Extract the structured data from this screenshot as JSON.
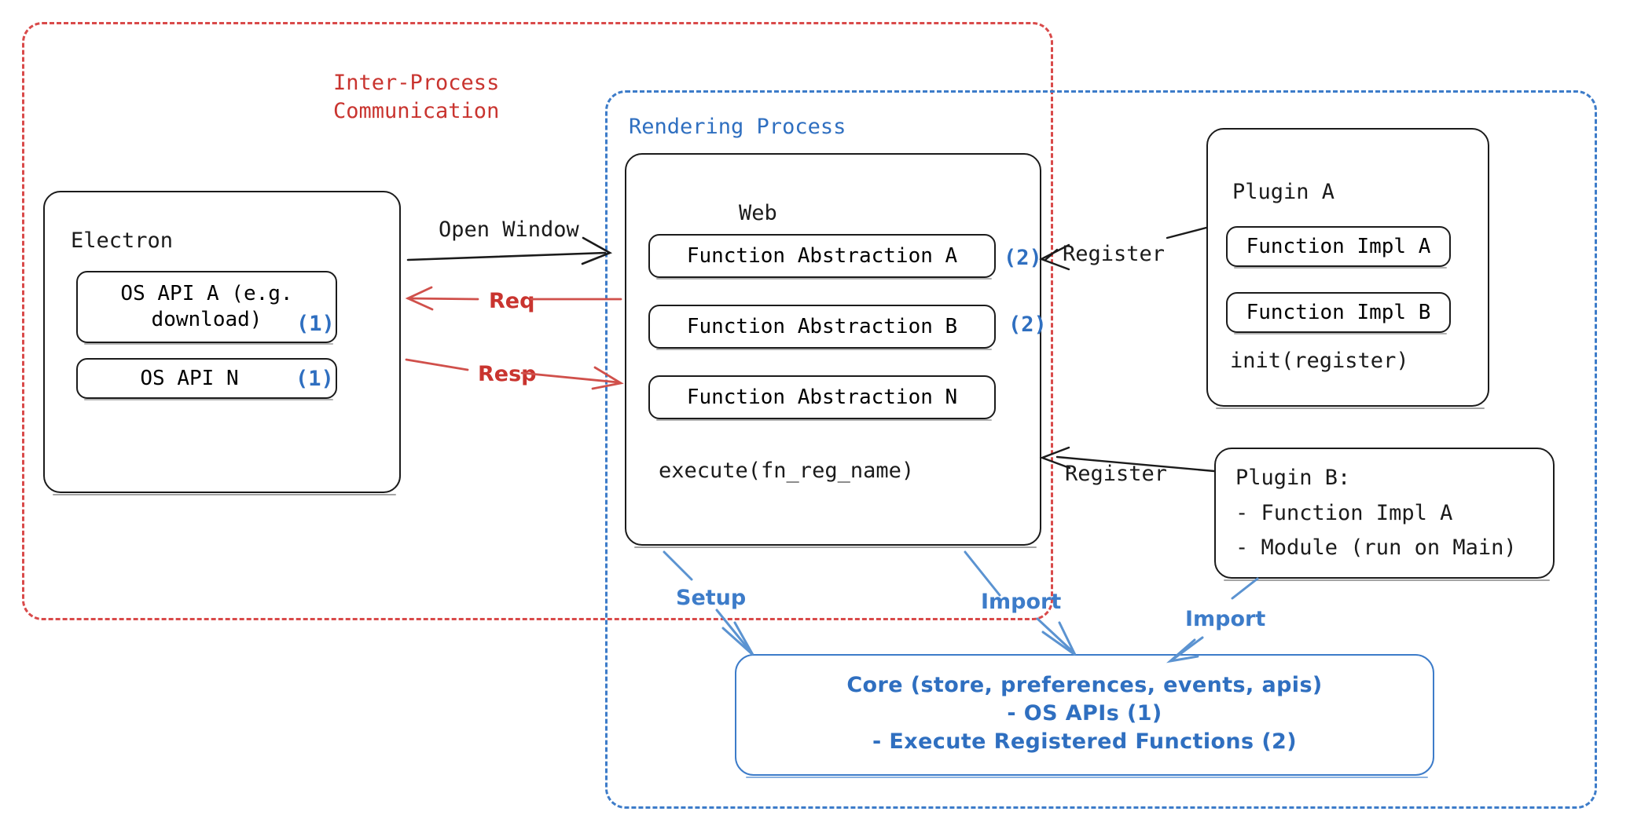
{
  "diagram": {
    "containers": {
      "ipc": {
        "label": "Inter-Process\nCommunication",
        "color": "#c9342f",
        "style": "dashed"
      },
      "rendering": {
        "label": "Rendering Process",
        "color": "#2f6fc0",
        "style": "dashed"
      }
    },
    "electron": {
      "title": "Electron",
      "items": [
        {
          "label": "OS API A (e.g.\ndownload)",
          "marker": "(1)"
        },
        {
          "label": "OS API N",
          "marker": "(1)"
        }
      ]
    },
    "web": {
      "title": "Web",
      "items": [
        {
          "label": "Function Abstraction A",
          "marker": "(2)"
        },
        {
          "label": "Function Abstraction B",
          "marker": "(2)"
        },
        {
          "label": "Function Abstraction N",
          "marker": ""
        }
      ],
      "footer": "execute(fn_reg_name)"
    },
    "plugin_a": {
      "title": "Plugin A",
      "items": [
        {
          "label": "Function Impl A"
        },
        {
          "label": "Function Impl B"
        }
      ],
      "footer": "init(register)"
    },
    "plugin_b": {
      "lines": [
        "Plugin B:",
        "- Function Impl A",
        "- Module (run on Main)"
      ]
    },
    "core": {
      "lines": [
        "Core (store, preferences, events, apis)",
        "- OS APIs (1)",
        "- Execute Registered Functions (2)"
      ],
      "color": "#2f6fc0"
    },
    "arrows": [
      {
        "label": "Open Window",
        "color": "#1b1b1b",
        "direction": "right"
      },
      {
        "label": "Req",
        "color": "#d0504b",
        "direction": "left"
      },
      {
        "label": "Resp",
        "color": "#d0504b",
        "direction": "right"
      },
      {
        "label": "Register",
        "color": "#1b1b1b",
        "direction": "left"
      },
      {
        "label": "Register",
        "color": "#1b1b1b",
        "direction": "left"
      },
      {
        "label": "Setup",
        "color": "#3d7cc9",
        "direction": "down"
      },
      {
        "label": "Import",
        "color": "#3d7cc9",
        "direction": "down"
      },
      {
        "label": "Import",
        "color": "#3d7cc9",
        "direction": "down-left"
      }
    ]
  }
}
